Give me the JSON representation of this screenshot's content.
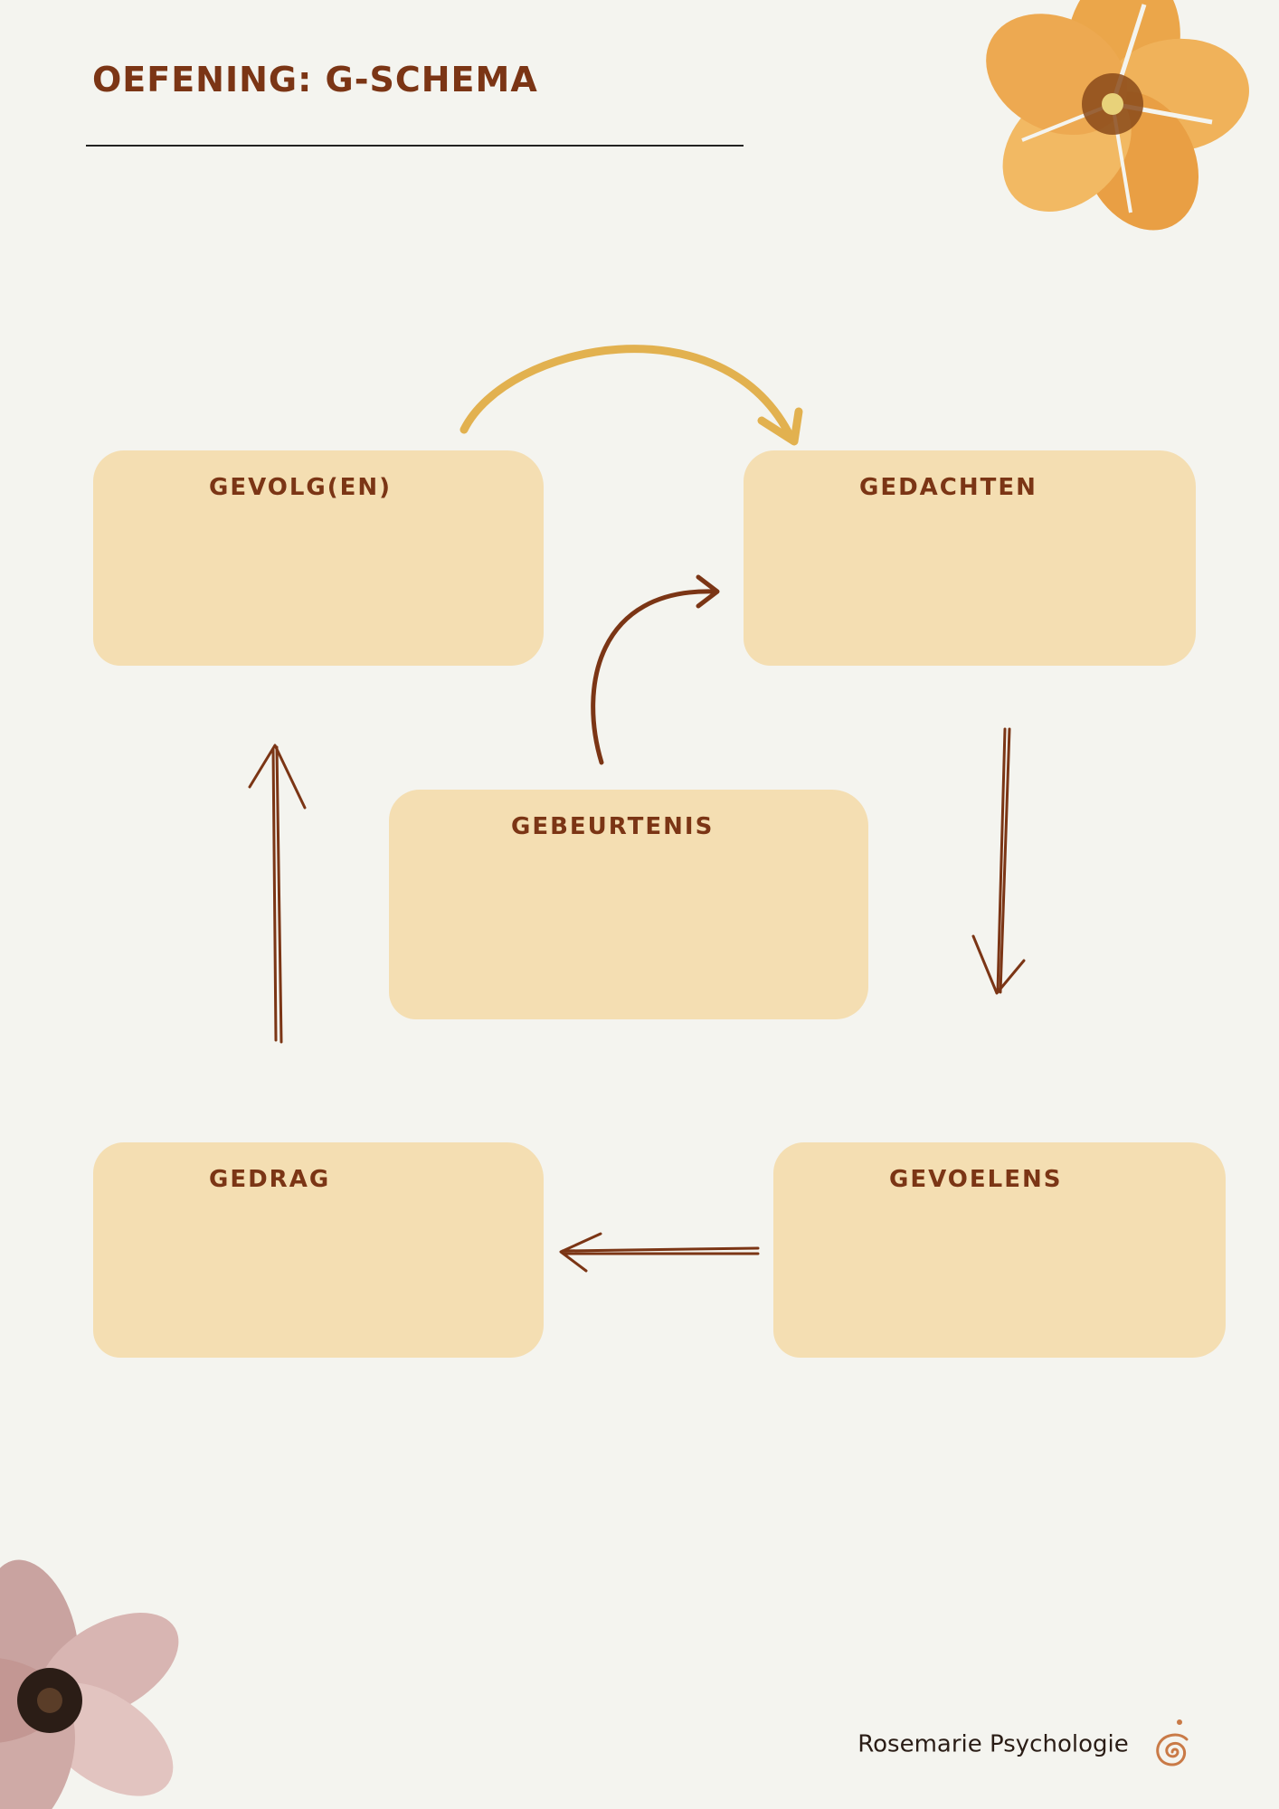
{
  "header": {
    "title": "OEFENING: G-SCHEMA"
  },
  "diagram": {
    "nodes": [
      {
        "id": "gevolgen",
        "label": "GEVOLG(EN)"
      },
      {
        "id": "gedachten",
        "label": "GEDACHTEN"
      },
      {
        "id": "gebeurtenis",
        "label": "GEBEURTENIS"
      },
      {
        "id": "gedrag",
        "label": "GEDRAG"
      },
      {
        "id": "gevoelens",
        "label": "GEVOELENS"
      }
    ],
    "edges": [
      {
        "from": "gevolgen",
        "to": "gedachten",
        "color": "#e2b14f"
      },
      {
        "from": "gebeurtenis",
        "to": "gedachten",
        "color": "#7b3515"
      },
      {
        "from": "gedachten",
        "to": "gevoelens",
        "color": "#7b3515"
      },
      {
        "from": "gevoelens",
        "to": "gedrag",
        "color": "#7b3515"
      },
      {
        "from": "gedrag",
        "to": "gevolgen",
        "color": "#7b3515"
      }
    ]
  },
  "footer": {
    "brand": "Rosemarie Psychologie",
    "logo_icon": "spiral-icon"
  },
  "colors": {
    "background": "#f4f4ef",
    "box": "#f4deb2",
    "text": "#7b3515",
    "accent_arrow": "#e2b14f"
  }
}
